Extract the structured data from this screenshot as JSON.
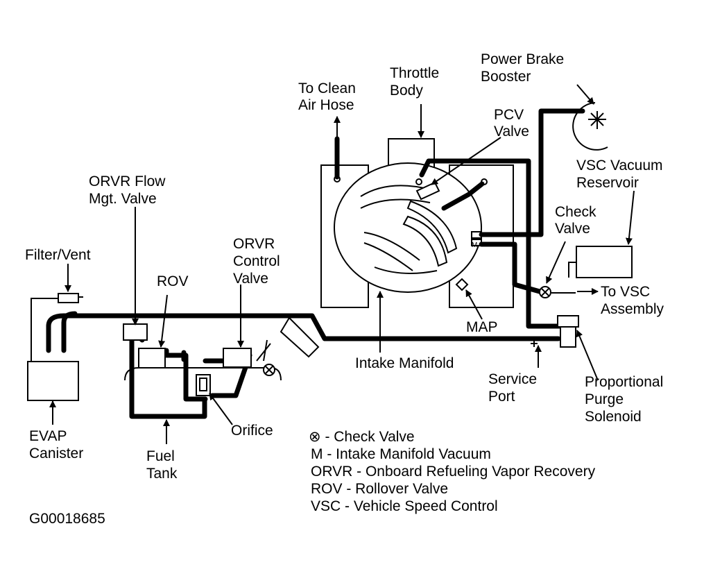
{
  "labels": {
    "power_brake_booster": [
      "Power Brake",
      "Booster"
    ],
    "throttle_body": [
      "Throttle",
      "Body"
    ],
    "to_clean_air_hose": [
      "To Clean",
      "Air Hose"
    ],
    "pcv_valve": [
      "PCV",
      "Valve"
    ],
    "vsc_vacuum_reservoir": [
      "VSC Vacuum",
      "Reservoir"
    ],
    "orvr_flow_mgt_valve": [
      "ORVR Flow",
      "Mgt. Valve"
    ],
    "check_valve": [
      "Check",
      "Valve"
    ],
    "filter_vent": [
      "Filter/Vent"
    ],
    "orvr_control_valve": [
      "ORVR",
      "Control",
      "Valve"
    ],
    "rov": [
      "ROV"
    ],
    "to_vsc_assembly": [
      "To VSC",
      "Assembly"
    ],
    "map": [
      "MAP"
    ],
    "intake_manifold": [
      "Intake Manifold"
    ],
    "service_port": [
      "Service",
      "Port"
    ],
    "proportional_purge_solenoid": [
      "Proportional",
      "Purge",
      "Solenoid"
    ],
    "evap_canister": [
      "EVAP",
      "Canister"
    ],
    "orifice": [
      "Orifice"
    ],
    "fuel_tank": [
      "Fuel",
      "Tank"
    ],
    "manifold_vacuum_marker": "M"
  },
  "legend": [
    {
      "key": "⊗",
      "text": " - Check Valve"
    },
    {
      "key": "M",
      "text": " - Intake Manifold Vacuum"
    },
    {
      "key": "ORVR",
      "text": " - Onboard Refueling Vapor Recovery"
    },
    {
      "key": "ROV",
      "text": " - Rollover Valve"
    },
    {
      "key": "VSC",
      "text": " - Vehicle Speed Control"
    }
  ],
  "figure_id": "G00018685",
  "colors": {
    "ink": "#000000",
    "paper": "#ffffff"
  }
}
